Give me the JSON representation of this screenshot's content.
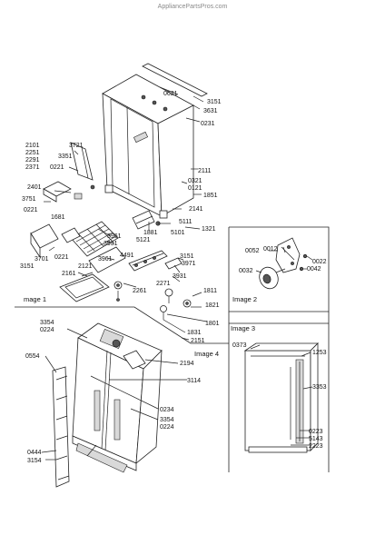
{
  "watermark": "AppliancePartsPros.com",
  "captions": {
    "image1": "mage 1",
    "image2": "Image 2",
    "image3": "Image 3",
    "image4": "Image 4"
  },
  "callouts": {
    "c0621": "0621",
    "c3151a": "3151",
    "c3631": "3631",
    "c0231": "0231",
    "c2101": "2101",
    "c2251": "2251",
    "c2291": "2291",
    "c2371": "2371",
    "c3721": "3721",
    "c3351": "3351",
    "c0221a": "0221",
    "c2401": "2401",
    "c3751": "3751",
    "c0221b": "0221",
    "c1681": "1681",
    "c2111": "2111",
    "c0321": "0321",
    "c0121": "0121",
    "c1851": "1851",
    "c2141": "2141",
    "c5111": "5111",
    "c1321": "1321",
    "c1881": "1881",
    "c5101": "5101",
    "c5121": "5121",
    "c3961a": "3961",
    "c3931a": "3931",
    "c3961b": "3961",
    "c4491": "4491",
    "c3151b": "3151",
    "c3971": "3971",
    "c3931b": "3931",
    "c3151c": "3151",
    "c3701": "3701",
    "c0221c": "0221",
    "c2121": "2121",
    "c2161": "2161",
    "c2261": "2261",
    "c2271": "2271",
    "c1811": "1811",
    "c1821": "1821",
    "c1801": "1801",
    "c1831": "1831",
    "c2151": "2151",
    "c0052": "0052",
    "c0012": "0012",
    "c0032": "0032",
    "c0022": "0022",
    "c0042": "0042",
    "c3354a": "3354",
    "c0224a": "0224",
    "c2194": "2194",
    "c3114": "3114",
    "c0234": "0234",
    "c3354b": "3354",
    "c0224b": "0224",
    "c0554": "0554",
    "c0444": "0444",
    "c3154": "3154",
    "c0373": "0373",
    "c1253": "1253",
    "c3353": "3353",
    "c0223": "0223",
    "c5143": "5143",
    "c2223": "2223"
  }
}
